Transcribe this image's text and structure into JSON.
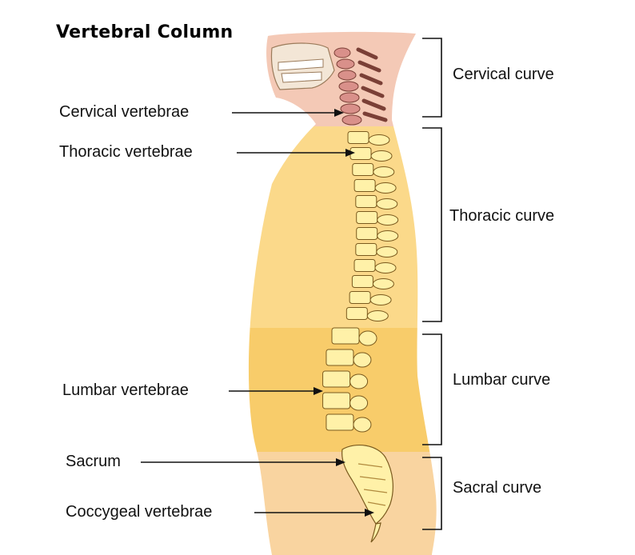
{
  "title": "Vertebral Column",
  "left_labels": {
    "cervical_vertebrae": "Cervical vertebrae",
    "thoracic_vertebrae": "Thoracic vertebrae",
    "lumbar_vertebrae": "Lumbar vertebrae",
    "sacrum": "Sacrum",
    "coccygeal_vertebrae": "Coccygeal vertebrae"
  },
  "right_labels": {
    "cervical_curve": "Cervical curve",
    "thoracic_curve": "Thoracic curve",
    "lumbar_curve": "Lumbar curve",
    "sacral_curve": "Sacral curve"
  },
  "colors": {
    "cervical_region": "#f4c9b6",
    "thoracic_region": "#fbd98a",
    "lumbar_region": "#f8cc6a",
    "sacral_region": "#f9d4a0",
    "bone": "#fff1a8",
    "bone_outline": "#7a5a1e",
    "cervical_bone": "#d9908a"
  }
}
